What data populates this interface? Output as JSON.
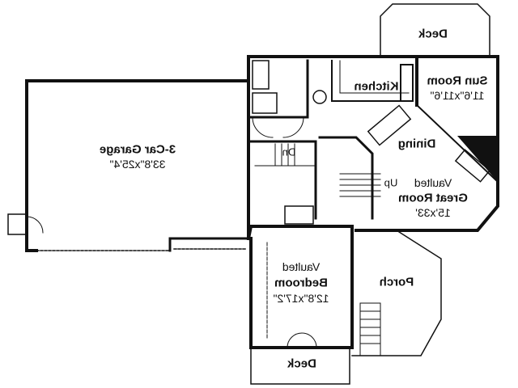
{
  "rooms": {
    "deck_top": {
      "name": "Deck"
    },
    "sun_room": {
      "name": "Sun Room",
      "size": "11'6\"x11'6\""
    },
    "kitchen": {
      "name": "Kitchen"
    },
    "dining": {
      "name": "Dining"
    },
    "great_room": {
      "prefix": "Vaulted",
      "name": "Great Room",
      "size": "15'x33'"
    },
    "garage": {
      "name": "3-Car Garage",
      "size": "33'8\"x25'4\""
    },
    "bedroom": {
      "prefix": "Vaulted",
      "name": "Bedroom",
      "size": "12'8\"x17'2\""
    },
    "porch": {
      "name": "Porch"
    },
    "deck_bottom": {
      "name": "Deck"
    }
  },
  "stairs": {
    "down": "Dn",
    "up": "Up"
  }
}
